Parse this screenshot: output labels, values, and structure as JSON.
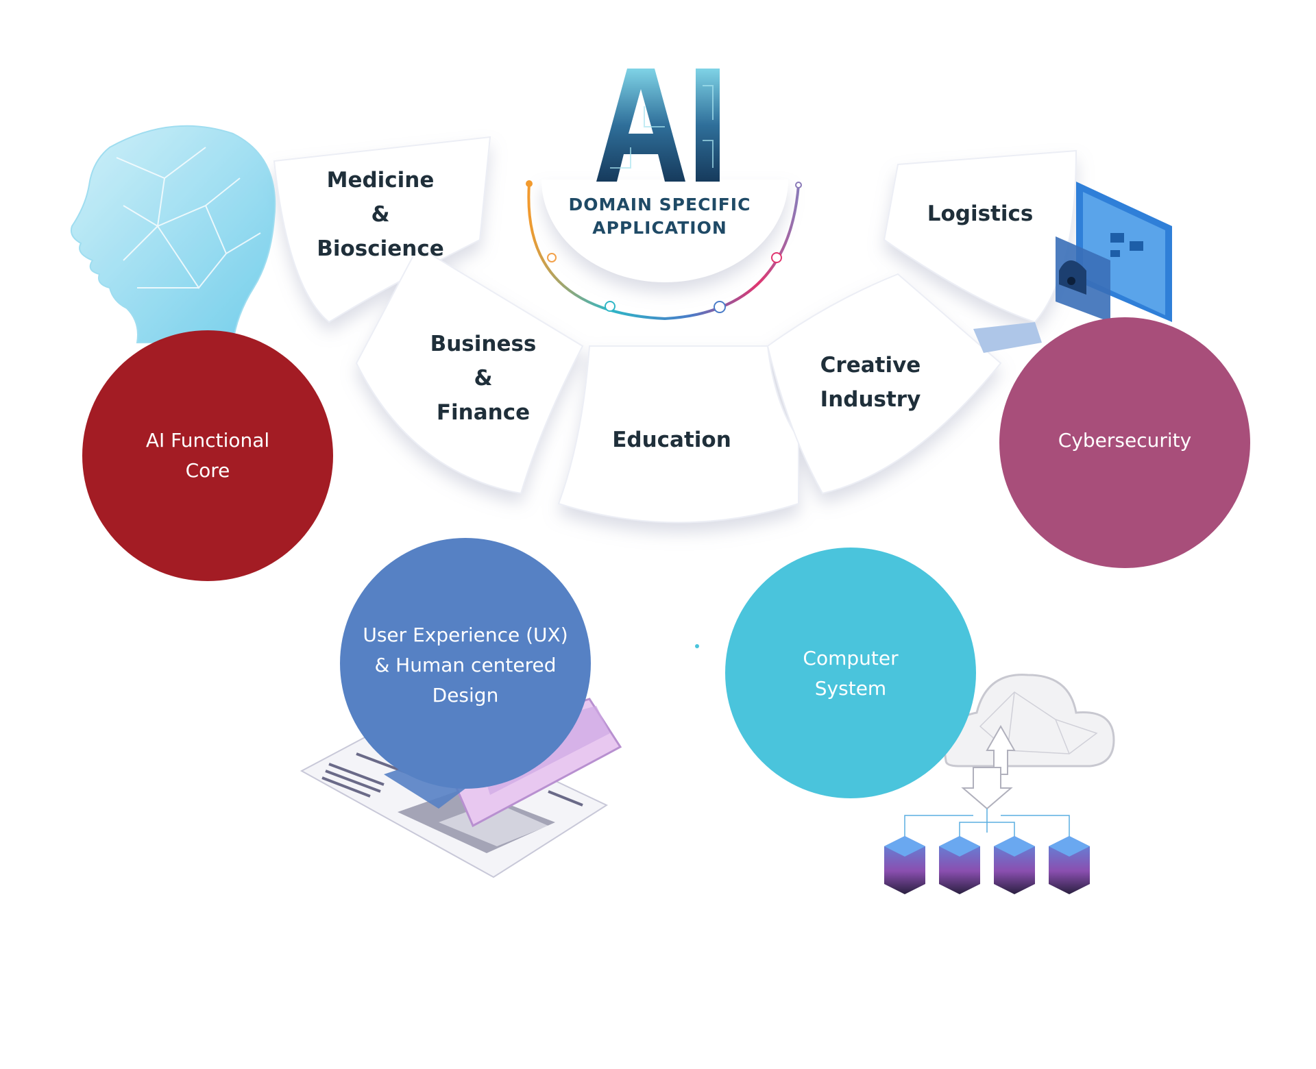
{
  "center": {
    "title": "AI",
    "subtitle_lines": [
      "DOMAIN SPECIFIC",
      "APPLICATION"
    ]
  },
  "domains": [
    {
      "key": "medicine",
      "lines": [
        "Medicine",
        "&",
        "Bioscience"
      ]
    },
    {
      "key": "business",
      "lines": [
        "Business",
        "&",
        "Finance"
      ]
    },
    {
      "key": "education",
      "lines": [
        "Education"
      ]
    },
    {
      "key": "creative",
      "lines": [
        "Creative",
        "Industry"
      ]
    },
    {
      "key": "logistics",
      "lines": [
        "Logistics"
      ]
    }
  ],
  "pillars": [
    {
      "key": "ai-functional-core",
      "lines": [
        "AI Functional",
        "Core"
      ],
      "color": "#a31c24"
    },
    {
      "key": "ux",
      "lines": [
        "User Experience (UX)",
        "& Human centered",
        "Design"
      ],
      "color": "#5681c4"
    },
    {
      "key": "computer-system",
      "lines": [
        "Computer",
        "System"
      ],
      "color": "#4ac4dc"
    },
    {
      "key": "cybersecurity",
      "lines": [
        "Cybersecurity"
      ],
      "color": "#a84e7a"
    }
  ],
  "icons": {
    "head": "polygon-head-icon",
    "device": "tablet-device-icon",
    "wireframe": "ux-wireframe-icon",
    "cloud": "cloud-server-icon",
    "lock": "lock-icon"
  },
  "arc_colors": [
    "#f29a2e",
    "#2fb6c6",
    "#4a7cc8",
    "#e0356f",
    "#8a7ab8"
  ]
}
